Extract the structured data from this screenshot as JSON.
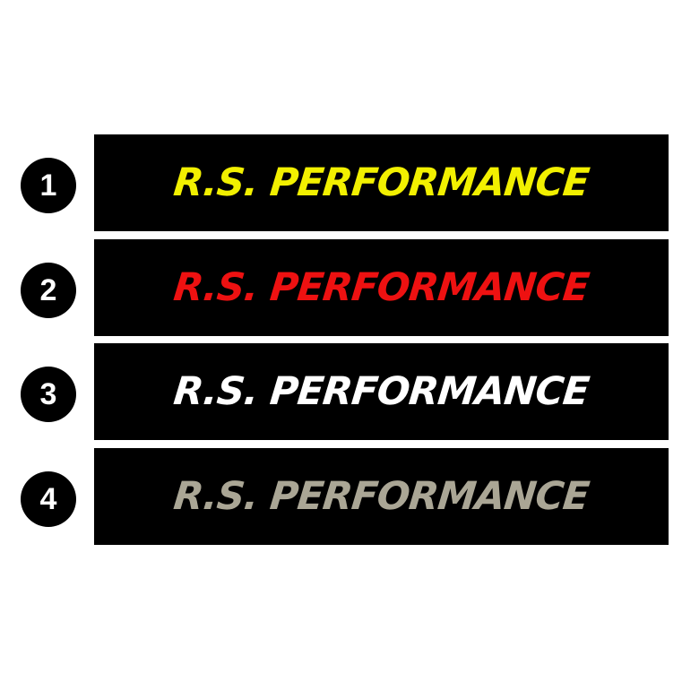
{
  "variants": [
    {
      "number": "1",
      "text": "R.S. PERFORMANCE",
      "color": "#f2f000"
    },
    {
      "number": "2",
      "text": "R.S. PERFORMANCE",
      "color": "#ee1111"
    },
    {
      "number": "3",
      "text": "R.S. PERFORMANCE",
      "color": "#ffffff"
    },
    {
      "number": "4",
      "text": "R.S. PERFORMANCE",
      "color": "#aaa695"
    }
  ]
}
